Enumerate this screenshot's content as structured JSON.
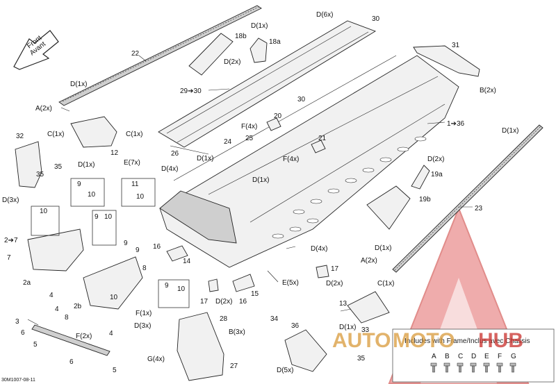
{
  "reference_code": "30M1007-08-11",
  "front_arrow": {
    "line1": "Front",
    "line2": "Avant"
  },
  "watermark": {
    "left": "AUTO",
    "mid": "MOTO",
    "right": "HUB",
    "color_left": "#d99a3a",
    "color_right": "#c9302c"
  },
  "legend": {
    "title": "Includes with Frame/Inclus avec Chassis",
    "items": [
      "A",
      "B",
      "C",
      "D",
      "E",
      "F",
      "G"
    ]
  },
  "callouts": {
    "c_22": "22",
    "c_d1x_top": "D(1x)",
    "c_d6x": "D(6x)",
    "c_30_top": "30",
    "c_18b": "18b",
    "c_18a": "18a",
    "c_d2x_18": "D(2x)",
    "c_31": "31",
    "c_b2x_31": "B(2x)",
    "c_d1x_left": "D(1x)",
    "c_a2x_left": "A(2x)",
    "c_29_30": "29➔30",
    "c_30_mid": "30",
    "c_20": "20",
    "c_f4x_20": "F(4x)",
    "c_1_36": "1➔36",
    "c_32": "32",
    "c_c1x_32": "C(1x)",
    "c_c1x_12": "C(1x)",
    "c_25": "25",
    "c_24": "24",
    "c_21": "21",
    "c_f4x_21": "F(4x)",
    "c_12": "12",
    "c_35_left": "35",
    "c_d1x_12": "D(1x)",
    "c_26": "26",
    "c_e7x": "E(7x)",
    "c_d4x_top": "D(4x)",
    "c_d1x_mid": "D(1x)",
    "c_d1x_mid2": "D(1x)",
    "c_d1x_right": "D(1x)",
    "c_d2x_19a": "D(2x)",
    "c_19a": "19a",
    "c_35_mid": "35",
    "c_d3x_left": "D(3x)",
    "c_9_a": "9",
    "c_10_a": "10",
    "c_11": "11",
    "c_10_b": "10",
    "c_19b": "19b",
    "c_23": "23",
    "c_10_c": "10",
    "c_9_b": "9",
    "c_10_d": "10",
    "c_2_7": "2➔7",
    "c_9_c": "9",
    "c_9_d": "9",
    "c_d4x_mid": "D(4x)",
    "c_d1x_23": "D(1x)",
    "c_7": "7",
    "c_16_a": "16",
    "c_14": "14",
    "c_8": "8",
    "c_17_right": "17",
    "c_a2x_right": "A(2x)",
    "c_2a": "2a",
    "c_d2x_17": "D(2x)",
    "c_e5x": "E(5x)",
    "c_c1x_13": "C(1x)",
    "c_9_e": "9",
    "c_10_e": "10",
    "c_17_mid": "17",
    "c_d2x_mid": "D(2x)",
    "c_16_b": "16",
    "c_15": "15",
    "c_4_a": "4",
    "c_2b": "2b",
    "c_10_f": "10",
    "c_f1x": "F(1x)",
    "c_13": "13",
    "c_4_b": "4",
    "c_34": "34",
    "c_36": "36",
    "c_d3x_mid": "D(3x)",
    "c_28": "28",
    "c_d1x_13": "D(1x)",
    "c_3": "3",
    "c_8_b": "8",
    "c_b3x": "B(3x)",
    "c_33": "33",
    "c_6_a": "6",
    "c_f2x": "F(2x)",
    "c_4_c": "4",
    "c_5_a": "5",
    "c_g4x": "G(4x)",
    "c_27": "27",
    "c_35_right": "35",
    "c_6_b": "6",
    "c_5_b": "5",
    "c_d5x": "D(5x)"
  }
}
